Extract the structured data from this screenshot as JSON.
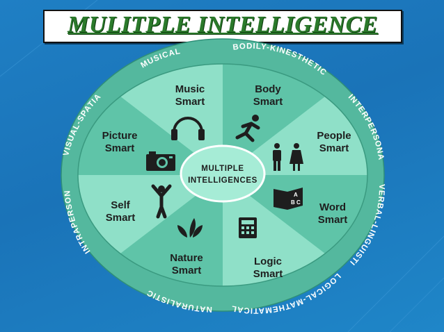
{
  "title": "MULITPLE  INTELLIGENCE",
  "center": {
    "line1": "MULTIPLE",
    "line2": "INTELLIGENCES"
  },
  "segments": [
    {
      "key": "music",
      "line1": "Music",
      "line2": "Smart",
      "ring": "MUSICAL",
      "icon": "headphones-icon"
    },
    {
      "key": "body",
      "line1": "Body",
      "line2": "Smart",
      "ring": "BODILY-KINESTHETIC",
      "icon": "running-person-icon"
    },
    {
      "key": "people",
      "line1": "People",
      "line2": "Smart",
      "ring": "INTERPERSONAL",
      "icon": "people-icon"
    },
    {
      "key": "word",
      "line1": "Word",
      "line2": "Smart",
      "ring": "VERBAL-LINGUISTIC",
      "icon": "abc-book-icon"
    },
    {
      "key": "logic",
      "line1": "Logic",
      "line2": "Smart",
      "ring": "LOGICAL-MATHEMATICAL",
      "icon": "calculator-icon"
    },
    {
      "key": "nature",
      "line1": "Nature",
      "line2": "Smart",
      "ring": "NATURALISTIC",
      "icon": "leaves-icon"
    },
    {
      "key": "self",
      "line1": "Self",
      "line2": "Smart",
      "ring": "INTRAPERSONAL",
      "icon": "person-arms-up-icon"
    },
    {
      "key": "picture",
      "line1": "Picture",
      "line2": "Smart",
      "ring": "VISUAL-SPATIAL",
      "icon": "camera-icon"
    }
  ],
  "book_letters": {
    "a": "A",
    "b": "B",
    "c": "C"
  },
  "colors": {
    "background": "#1a73b8",
    "title_text": "#2b7a2b",
    "ring": "#54b89e",
    "segment_dark": "#5fc4a8",
    "segment_light": "#8fe0c8",
    "center": "#a6ecd6",
    "icon": "#1e1e1e"
  }
}
